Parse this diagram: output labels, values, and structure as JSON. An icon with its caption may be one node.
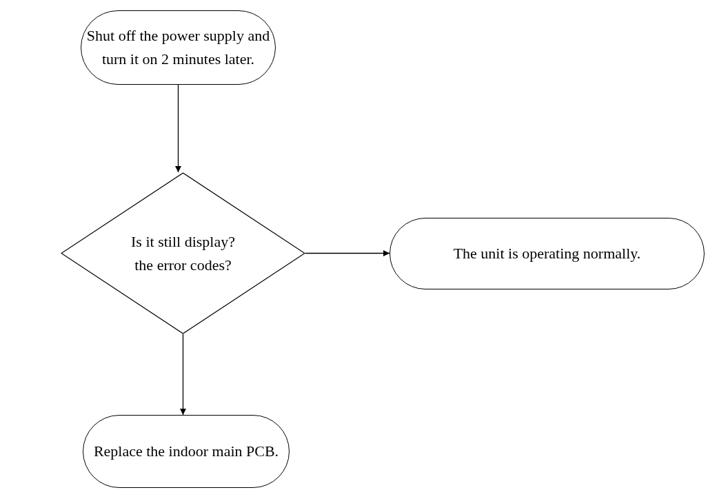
{
  "diagram": {
    "nodes": [
      {
        "text": [
          "Shut off the power supply and turn it on 2 minutes later."
        ]
      },
      {
        "text": [
          "Is it still display? the error codes?"
        ]
      },
      {
        "text": [
          "The unit is operating normally."
        ]
      },
      {
        "text": [
          "Replace the indoor main PCB."
        ]
      }
    ],
    "edges": [
      {
        "from": 0,
        "to": 1,
        "arrow": "to"
      },
      {
        "from": 1,
        "to": 2,
        "arrow": "to"
      },
      {
        "from": 1,
        "to": 3,
        "arrow": "to"
      }
    ]
  }
}
